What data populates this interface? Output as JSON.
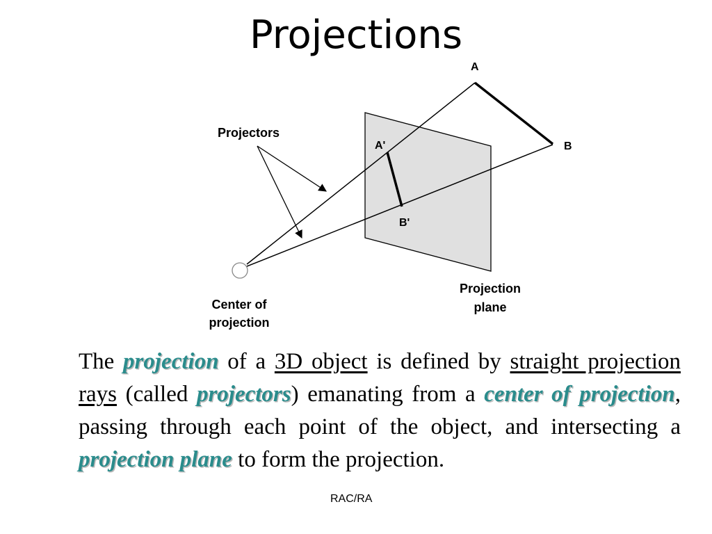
{
  "title": "Projections",
  "diagram": {
    "labels": {
      "a": "A",
      "b": "B",
      "a_prime": "A'",
      "b_prime": "B'",
      "projectors": "Projectors",
      "center_line1": "Center of",
      "center_line2": "projection",
      "plane_line1": "Projection",
      "plane_line2": "plane"
    }
  },
  "paragraph": {
    "t1": "The ",
    "k1": "projection",
    "t2": " of a ",
    "u1": "3D object",
    "t3": " is defined by ",
    "u2": "straight projection rays",
    "t4": " (called ",
    "k2": "projectors",
    "t5": ") emanating from a ",
    "k3": "center of projection",
    "t6": ", passing through each point of the object, and intersecting a ",
    "k4": "projection plane",
    "t7": " to form the projection."
  },
  "footer": "RAC/RA",
  "colors": {
    "keyword": "#2a8c8c",
    "plane_fill": "#e0e0e0"
  }
}
